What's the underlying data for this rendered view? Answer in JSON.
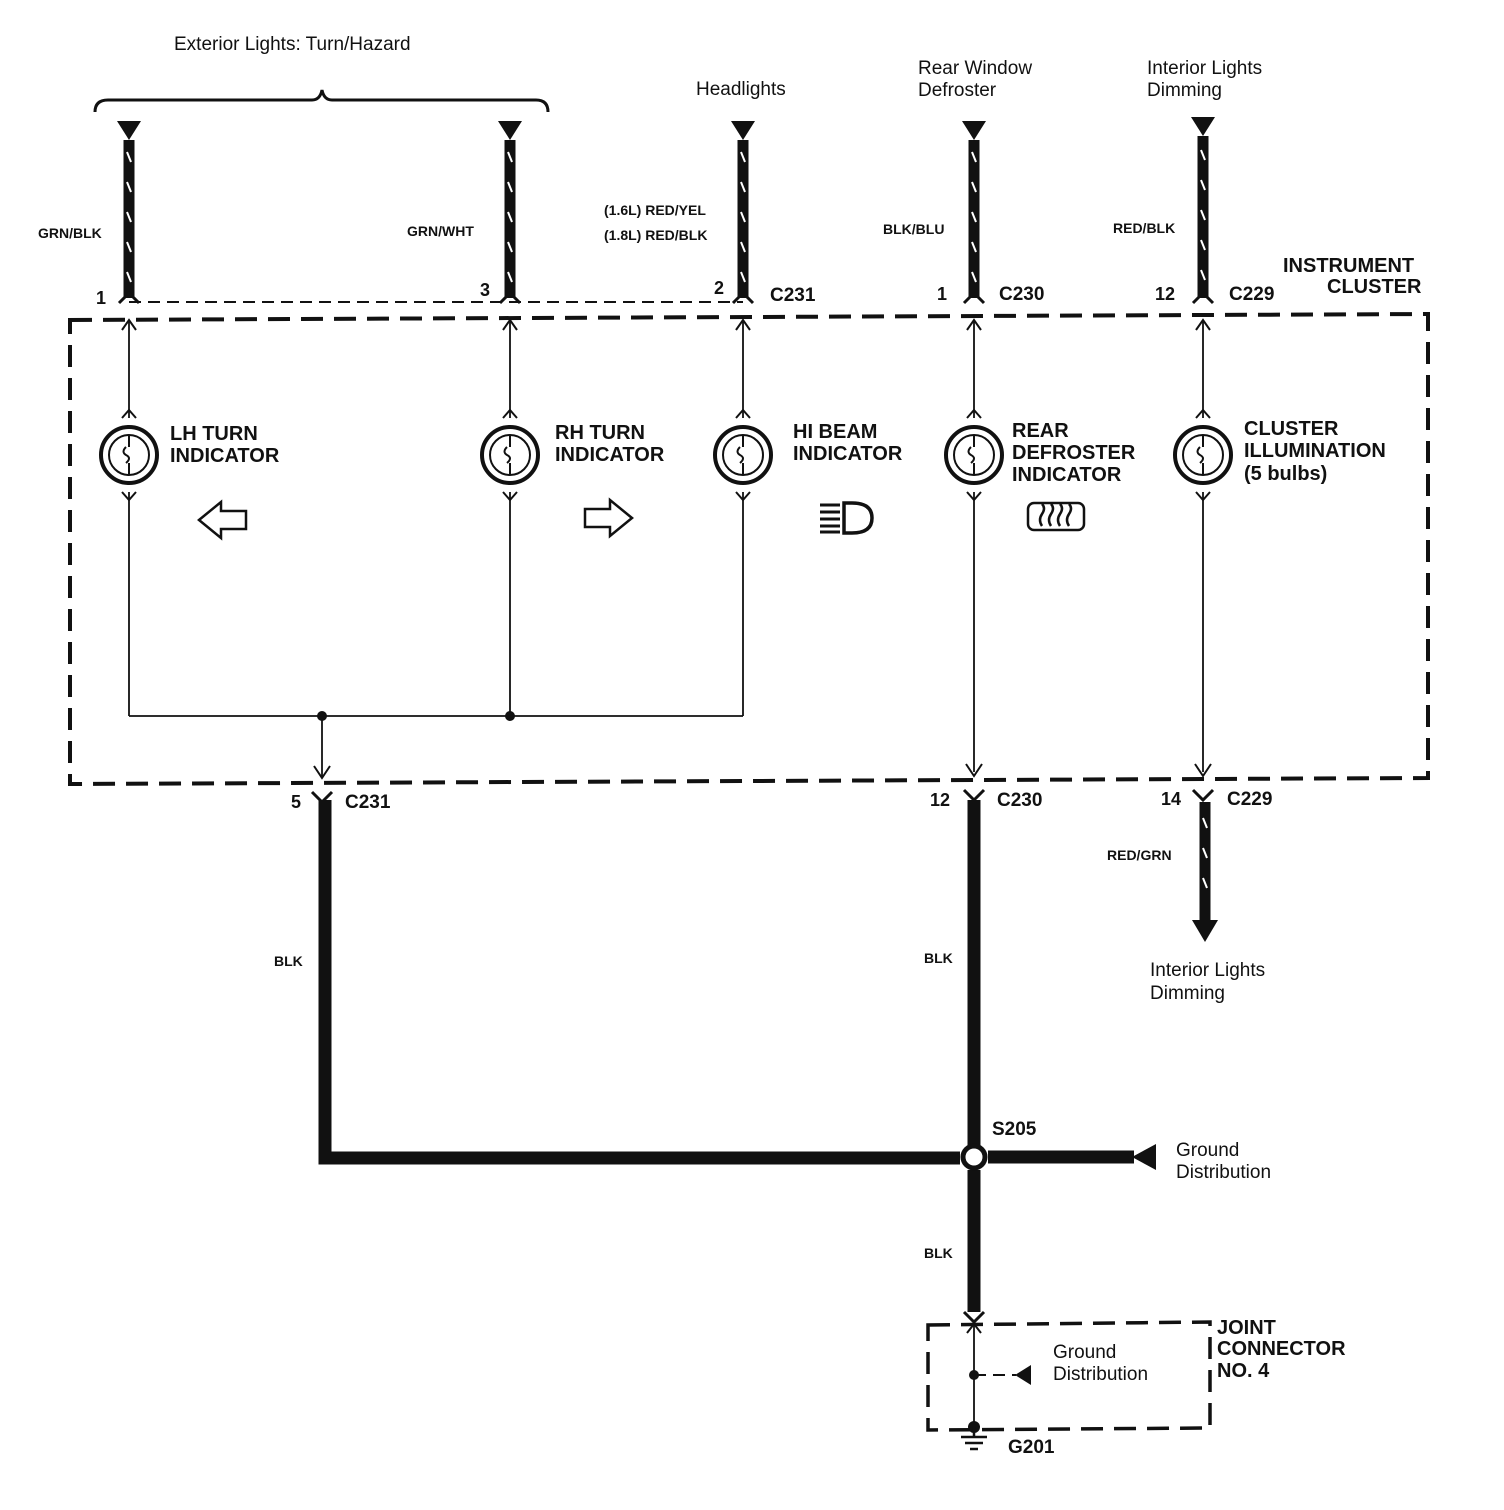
{
  "sources": {
    "exterior_lights": "Exterior Lights: Turn/Hazard",
    "headlights": "Headlights",
    "rear_window_defroster": [
      "Rear Window",
      "Defroster"
    ],
    "interior_lights_top": [
      "Interior Lights",
      "Dimming"
    ],
    "interior_lights_bottom": [
      "Interior Lights",
      "Dimming"
    ]
  },
  "wires": {
    "grn_blk": "GRN/BLK",
    "grn_wht": "GRN/WHT",
    "red_yel": "(1.6L) RED/YEL",
    "red_blk_18": "(1.8L) RED/BLK",
    "blk_blu": "BLK/BLU",
    "red_blk": "RED/BLK",
    "red_grn": "RED/GRN",
    "blk_left": "BLK",
    "blk_mid": "BLK",
    "blk_low": "BLK"
  },
  "pins_top": [
    "1",
    "3",
    "2",
    "1",
    "12"
  ],
  "pins_bottom": [
    "5",
    "12",
    "14"
  ],
  "connectors": {
    "c231_top": "C231",
    "c230_top": "C230",
    "c229_top": "C229",
    "c231_bottom": "C231",
    "c230_bottom": "C230",
    "c229_bottom": "C229"
  },
  "instrument_cluster": [
    "INSTRUMENT",
    "CLUSTER"
  ],
  "indicators": {
    "lh_turn": [
      "LH TURN",
      "INDICATOR"
    ],
    "rh_turn": [
      "RH TURN",
      "INDICATOR"
    ],
    "hi_beam": [
      "HI BEAM",
      "INDICATOR"
    ],
    "rear_defroster": [
      "REAR",
      "DEFROSTER",
      "INDICATOR"
    ],
    "cluster_illumination": [
      "CLUSTER",
      "ILLUMINATION",
      "(5 bulbs)"
    ]
  },
  "splice": "S205",
  "ground_distribution_right": [
    "Ground",
    "Distribution"
  ],
  "ground_distribution_joint": [
    "Ground",
    "Distribution"
  ],
  "joint_connector": [
    "JOINT",
    "CONNECTOR",
    "NO. 4"
  ],
  "ground": "G201",
  "icons": [
    "left-arrow-icon",
    "right-arrow-icon",
    "high-beam-icon",
    "rear-defroster-icon",
    "bulb-icon",
    "ground-symbol-icon"
  ]
}
